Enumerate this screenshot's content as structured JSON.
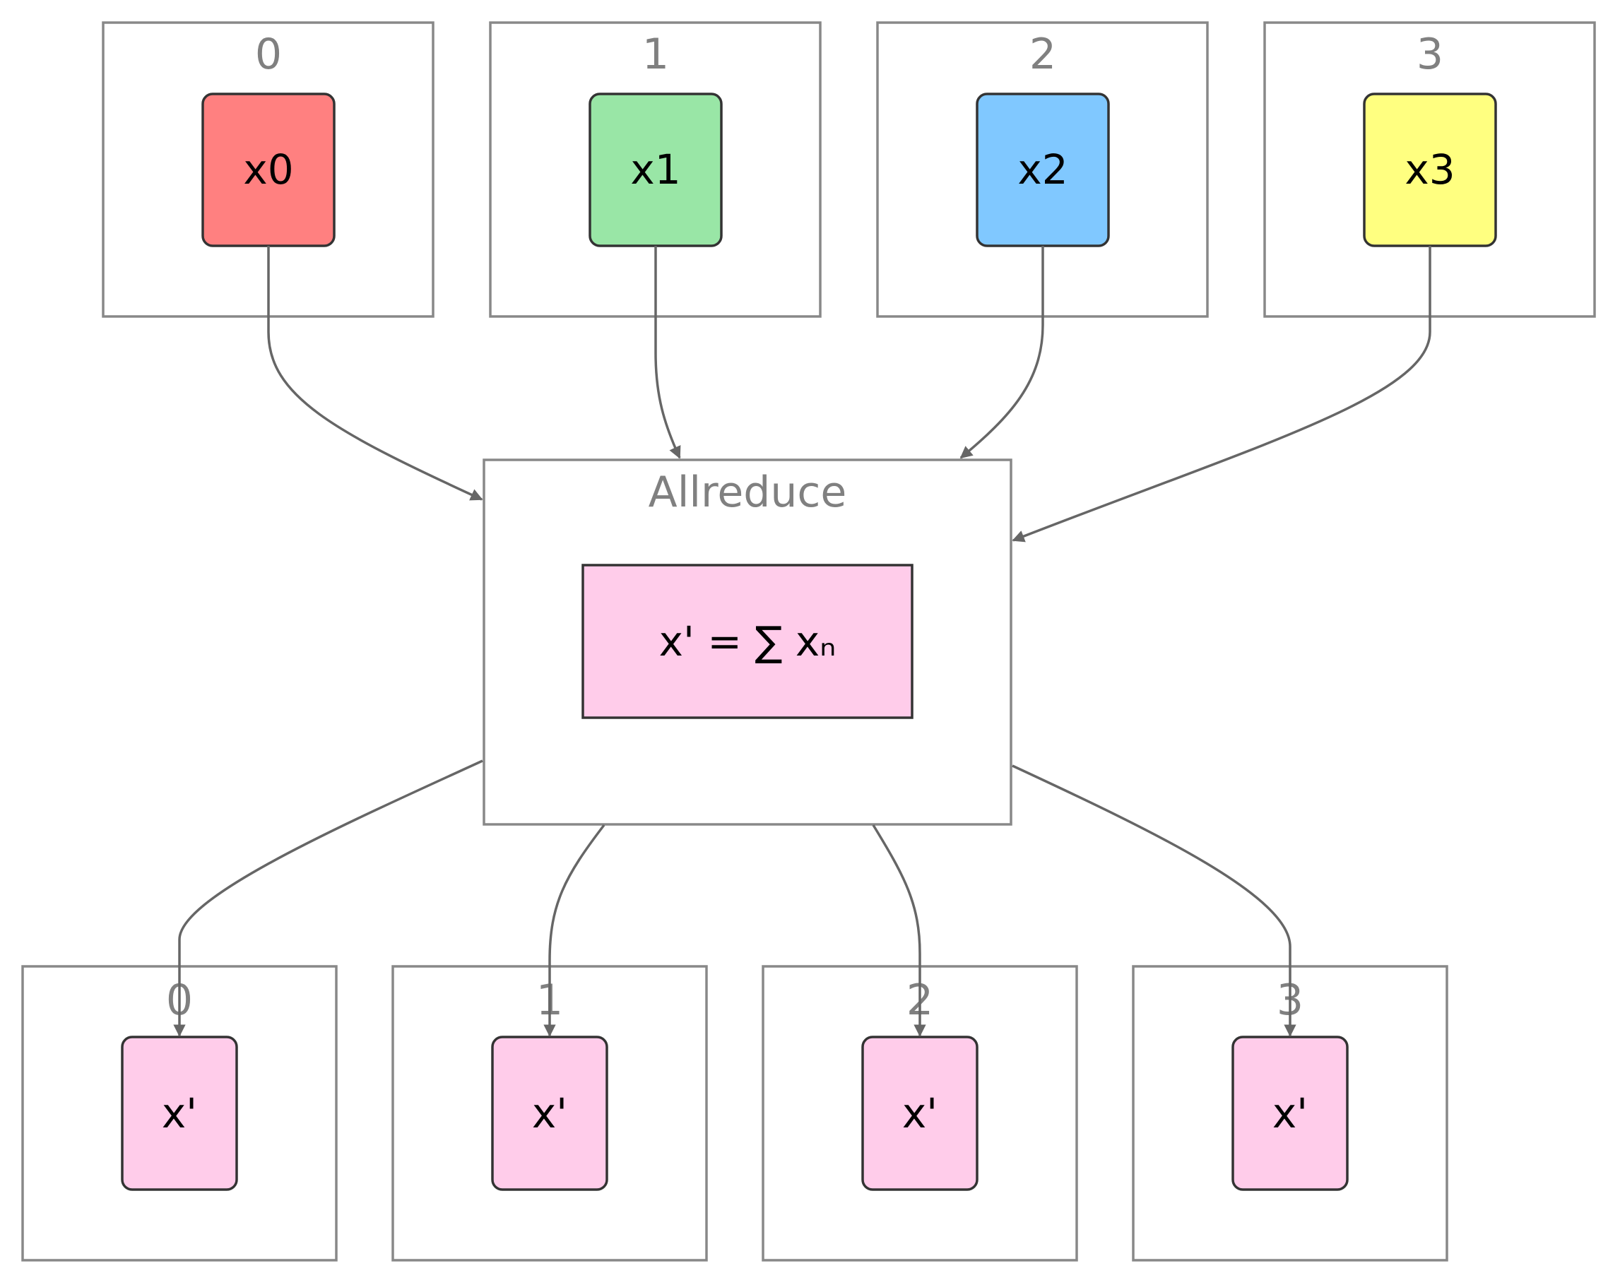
{
  "colors": {
    "group_border": "#888888",
    "group_label": "#808080",
    "edge": "#666666",
    "node_border": "#333333",
    "rank0": "#ff8080",
    "rank1": "#99e6a6",
    "rank2": "#80c8ff",
    "rank3": "#ffff80",
    "result": "#ffccea"
  },
  "inputs": [
    {
      "rank": "0",
      "node": "x0"
    },
    {
      "rank": "1",
      "node": "x1"
    },
    {
      "rank": "2",
      "node": "x2"
    },
    {
      "rank": "3",
      "node": "x3"
    }
  ],
  "allreduce": {
    "title": "Allreduce",
    "formula": "x' = ∑ xₙ"
  },
  "outputs": [
    {
      "rank": "0",
      "node": "x'"
    },
    {
      "rank": "1",
      "node": "x'"
    },
    {
      "rank": "2",
      "node": "x'"
    },
    {
      "rank": "3",
      "node": "x'"
    }
  ]
}
